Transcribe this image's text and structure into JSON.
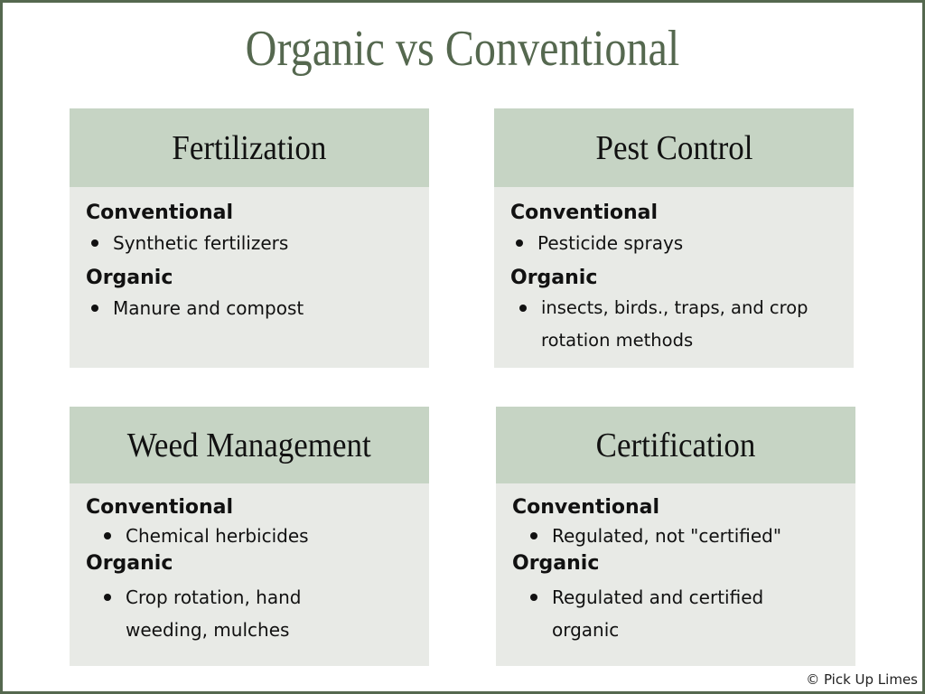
{
  "title": "Organic vs Conventional",
  "colors": {
    "border": "#55684f",
    "title": "#55684f",
    "header_bg": "#c6d4c4",
    "body_bg": "#e8eae6"
  },
  "cards": [
    {
      "heading": "Fertilization",
      "conventional_label": "Conventional",
      "conventional_items": [
        "Synthetic fertilizers"
      ],
      "organic_label": "Organic",
      "organic_items": [
        "Manure and compost"
      ]
    },
    {
      "heading": "Pest Control",
      "conventional_label": "Conventional",
      "conventional_items": [
        "Pesticide sprays"
      ],
      "organic_label": "Organic",
      "organic_items": [
        "insects, birds., traps, and crop rotation methods"
      ]
    },
    {
      "heading": "Weed Management",
      "conventional_label": "Conventional",
      "conventional_items": [
        "Chemical herbicides"
      ],
      "organic_label": "Organic",
      "organic_items": [
        "Crop rotation, hand weeding, mulches"
      ]
    },
    {
      "heading": "Certification",
      "conventional_label": "Conventional",
      "conventional_items": [
        "Regulated, not \"certified\""
      ],
      "organic_label": "Organic",
      "organic_items": [
        "Regulated and certified organic"
      ]
    }
  ],
  "credit": "© Pick Up Limes"
}
